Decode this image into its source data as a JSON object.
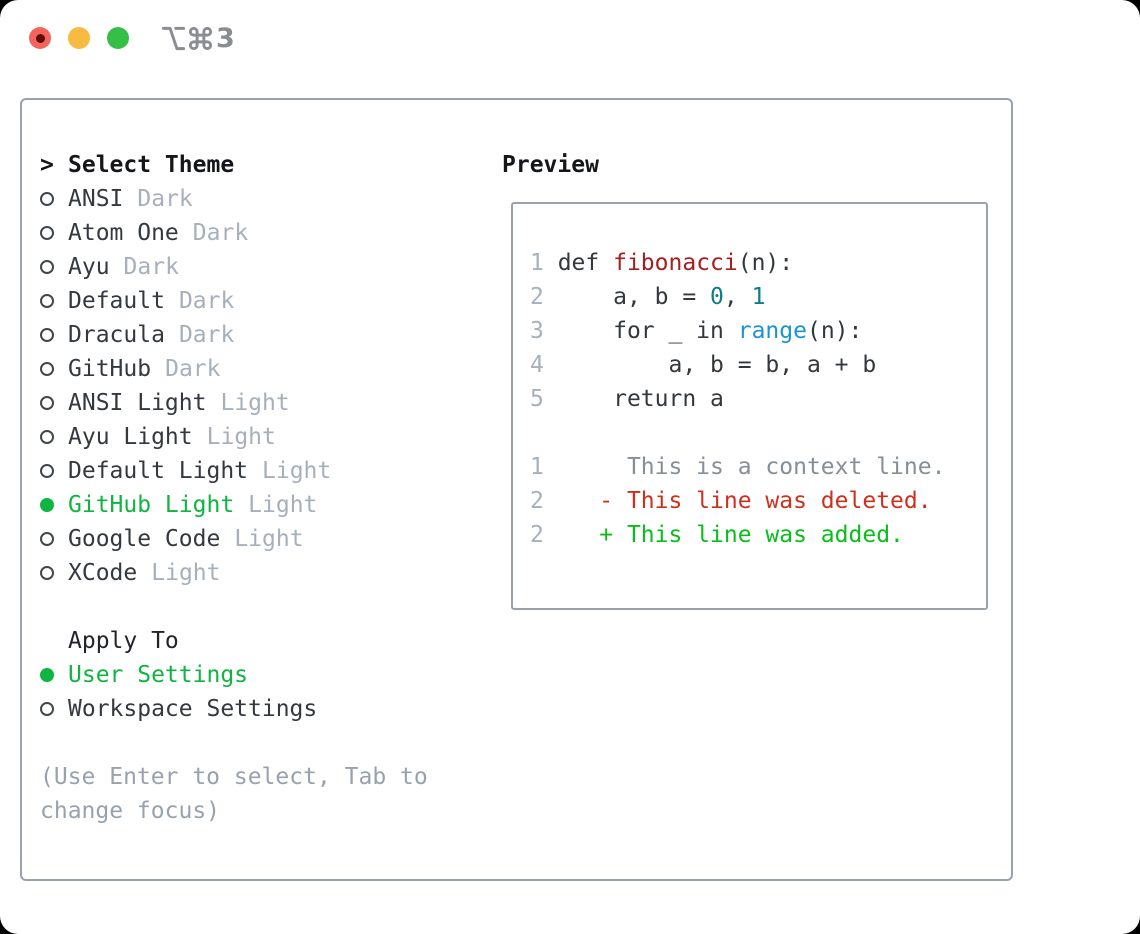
{
  "window": {
    "title_shortcut": "⌥⌘3",
    "title_digit": "3",
    "traffic_lights": {
      "close": "#f4645c",
      "close_dot": "#5c0f05",
      "minimize": "#f6bb40",
      "zoom": "#35bf47"
    }
  },
  "colors": {
    "text": "#34393f",
    "heading": "#141619",
    "muted": "#a6b0bc",
    "hint": "#98a2ae",
    "border": "#99a2ac",
    "selected_green": "#10b440",
    "code_fg": "#33383d",
    "function_red": "#a32021",
    "number_teal": "#0e7d88",
    "builtin_blue": "#1b93d7",
    "line_number": "#a6b0bc",
    "diff_context": "#868e98",
    "diff_deleted": "#cf2f1d",
    "diff_added": "#0abd1d"
  },
  "left": {
    "header": {
      "prompt": ">",
      "label": "Select Theme"
    },
    "themes": [
      {
        "name": "ANSI",
        "variant": "Dark",
        "selected": false
      },
      {
        "name": "Atom One",
        "variant": "Dark",
        "selected": false
      },
      {
        "name": "Ayu",
        "variant": "Dark",
        "selected": false
      },
      {
        "name": "Default",
        "variant": "Dark",
        "selected": false
      },
      {
        "name": "Dracula",
        "variant": "Dark",
        "selected": false
      },
      {
        "name": "GitHub",
        "variant": "Dark",
        "selected": false
      },
      {
        "name": "ANSI Light",
        "variant": "Light",
        "selected": false
      },
      {
        "name": "Ayu Light",
        "variant": "Light",
        "selected": false
      },
      {
        "name": "Default Light",
        "variant": "Light",
        "selected": false
      },
      {
        "name": "GitHub Light",
        "variant": "Light",
        "selected": true
      },
      {
        "name": "Google Code",
        "variant": "Light",
        "selected": false
      },
      {
        "name": "XCode",
        "variant": "Light",
        "selected": false
      }
    ],
    "apply_to": {
      "label": "Apply To",
      "options": [
        {
          "name": "User Settings",
          "selected": true
        },
        {
          "name": "Workspace Settings",
          "selected": false
        }
      ]
    },
    "hint_lines": [
      "(Use Enter to select, Tab to",
      "change focus)"
    ]
  },
  "preview": {
    "label": "Preview",
    "code_lines": [
      {
        "num": "1",
        "tokens": [
          {
            "t": " def ",
            "c": "code_fg"
          },
          {
            "t": "fibonacci",
            "c": "function_red"
          },
          {
            "t": "(n):",
            "c": "code_fg"
          }
        ]
      },
      {
        "num": "2",
        "tokens": [
          {
            "t": "     a, b = ",
            "c": "code_fg"
          },
          {
            "t": "0",
            "c": "number_teal"
          },
          {
            "t": ", ",
            "c": "code_fg"
          },
          {
            "t": "1",
            "c": "number_teal"
          }
        ]
      },
      {
        "num": "3",
        "tokens": [
          {
            "t": "     for _ in ",
            "c": "code_fg"
          },
          {
            "t": "range",
            "c": "builtin_blue"
          },
          {
            "t": "(n):",
            "c": "code_fg"
          }
        ]
      },
      {
        "num": "4",
        "tokens": [
          {
            "t": "         a, b = b, a + b",
            "c": "code_fg"
          }
        ]
      },
      {
        "num": "5",
        "tokens": [
          {
            "t": "     return a",
            "c": "code_fg"
          }
        ]
      },
      {
        "num": "",
        "tokens": []
      },
      {
        "num": "1",
        "tokens": [
          {
            "t": "      This is a context line.",
            "c": "diff_context"
          }
        ]
      },
      {
        "num": "2",
        "tokens": [
          {
            "t": "    - This line was deleted.",
            "c": "diff_deleted"
          }
        ]
      },
      {
        "num": "2",
        "tokens": [
          {
            "t": "    + This line was added.",
            "c": "diff_added"
          }
        ]
      }
    ]
  }
}
